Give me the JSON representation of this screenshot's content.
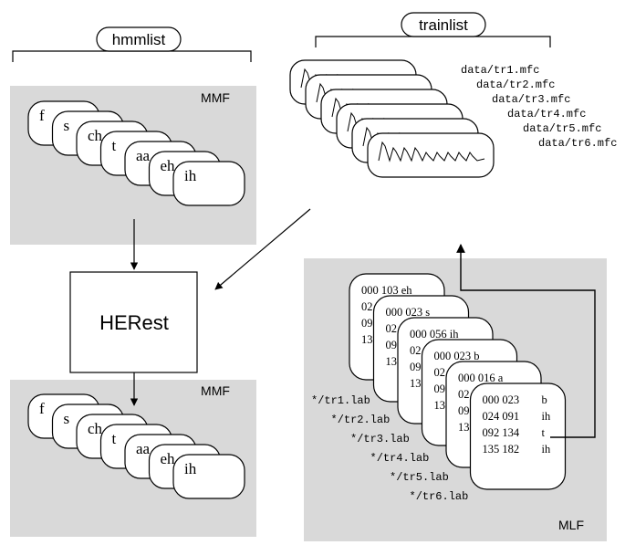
{
  "hmmlist_label": "hmmlist",
  "trainlist_label": "trainlist",
  "mmf_label_top": "MMF",
  "mmf_label_bottom": "MMF",
  "mlf_label": "MLF",
  "herest_label": "HERest",
  "phones": [
    "f",
    "s",
    "ch",
    "t",
    "aa",
    "eh",
    "ih"
  ],
  "mfc_files": [
    "data/tr1.mfc",
    "data/tr2.mfc",
    "data/tr3.mfc",
    "data/tr4.mfc",
    "data/tr5.mfc",
    "data/tr6.mfc"
  ],
  "lab_files": [
    "*/tr1.lab",
    "*/tr2.lab",
    "*/tr3.lab",
    "*/tr4.lab",
    "*/tr5.lab",
    "*/tr6.lab"
  ],
  "label_cards": [
    [
      "000 103 eh",
      "02",
      "09",
      "13"
    ],
    [
      "000 023  s",
      "02",
      "09",
      "13"
    ],
    [
      "000 056  ih",
      "02",
      "09",
      "13"
    ],
    [
      "000 023  b",
      "02",
      "09",
      "13"
    ],
    [
      "000 016  a",
      "02",
      "09",
      "13"
    ],
    [
      "000 023",
      "024 091",
      "092 134",
      "135 182"
    ]
  ],
  "last_card_phones": [
    "b",
    "ih",
    "t",
    "ih"
  ]
}
